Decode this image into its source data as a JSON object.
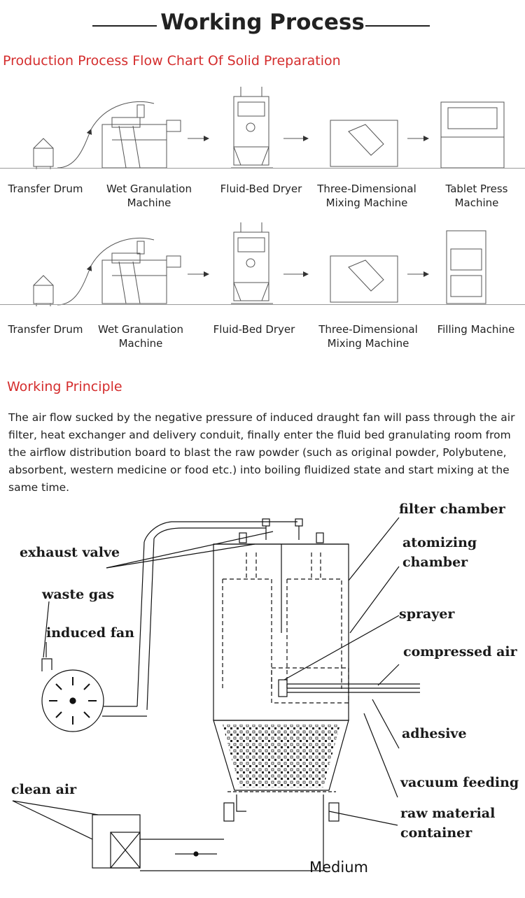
{
  "header": {
    "title": "Working Process"
  },
  "flow_chart": {
    "title": "Production Process Flow Chart Of Solid Preparation",
    "row1": [
      {
        "label": "Transfer Drum",
        "icon": "transfer-drum-icon"
      },
      {
        "label": "Wet Granulation Machine",
        "icon": "wet-granulator-icon"
      },
      {
        "label": "Fluid-Bed Dryer",
        "icon": "fluid-bed-dryer-icon"
      },
      {
        "label": "Three-Dimensional Mixing Machine",
        "icon": "mixer-icon"
      },
      {
        "label": "Tablet Press Machine",
        "icon": "tablet-press-icon"
      }
    ],
    "row2": [
      {
        "label": "Transfer Drum",
        "icon": "transfer-drum-icon"
      },
      {
        "label": "Wet Granulation Machine",
        "icon": "wet-granulator-icon"
      },
      {
        "label": "Fluid-Bed Dryer",
        "icon": "fluid-bed-dryer-icon"
      },
      {
        "label": "Three-Dimensional Mixing Machine",
        "icon": "mixer-icon"
      },
      {
        "label": "Filling Machine",
        "icon": "filling-machine-icon"
      }
    ]
  },
  "principle": {
    "title": "Working Principle",
    "text": "The air flow sucked by the negative pressure of induced draught fan will pass through the air filter, heat exchanger and delivery conduit, finally enter the fluid bed granulating room from the airflow distribution board to blast the raw powder (such as original powder, Polybutene, absorbent, western medicine or food etc.) into boiling fluidized state and start mixing at the same time."
  },
  "diagram": {
    "labels": {
      "filter_chamber": "filter chamber",
      "atomizing_1": "atomizing",
      "atomizing_2": "chamber",
      "exhaust_valve": "exhaust valve",
      "waste_gas": "waste gas",
      "sprayer": "sprayer",
      "induced_fan": "induced fan",
      "compressed_air": "compressed air",
      "adhesive": "adhesive",
      "clean_air": "clean air",
      "vacuum_feeding": "vacuum feeding",
      "raw_material_1": "raw material",
      "raw_material_2": "container",
      "medium": "Medium"
    }
  },
  "colors": {
    "accent": "#d42d2d",
    "watermark": "#e23a3a",
    "text": "#222222"
  }
}
